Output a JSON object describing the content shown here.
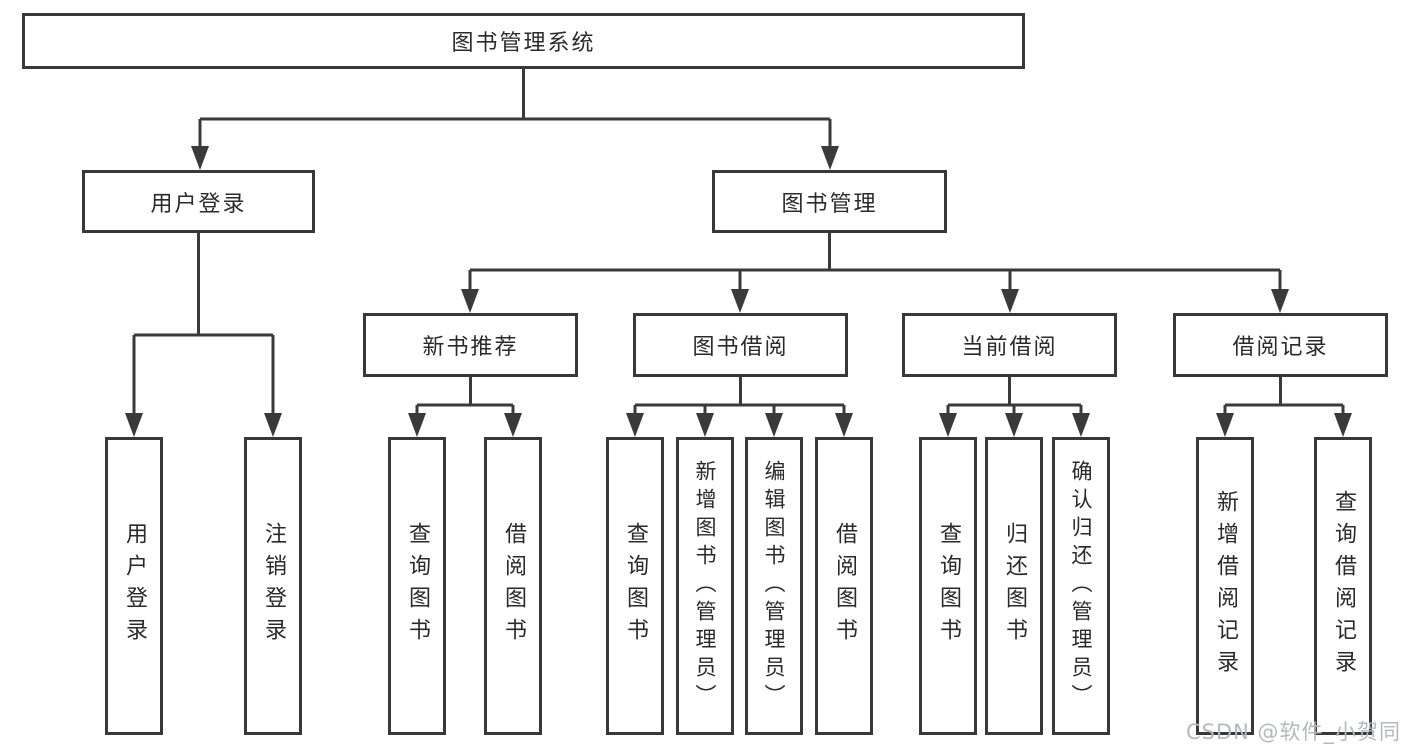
{
  "page": {
    "background": "#ffffff"
  },
  "colors": {
    "line": "#3a3a3a",
    "box_border": "#383838",
    "text": "#2a2a2a",
    "watermark_text": "#b5b8bc"
  },
  "tree": {
    "root": {
      "label": "图书管理系统"
    },
    "children": [
      {
        "label": "用户登录",
        "children": [
          {
            "label": "用户登录"
          },
          {
            "label": "注销登录"
          }
        ]
      },
      {
        "label": "图书管理",
        "children": [
          {
            "label": "新书推荐",
            "children": [
              {
                "label": "查询图书"
              },
              {
                "label": "借阅图书"
              }
            ]
          },
          {
            "label": "图书借阅",
            "children": [
              {
                "label": "查询图书"
              },
              {
                "label": "新增图书（管理员）"
              },
              {
                "label": "编辑图书（管理员）"
              },
              {
                "label": "借阅图书"
              }
            ]
          },
          {
            "label": "当前借阅",
            "children": [
              {
                "label": "查询图书"
              },
              {
                "label": "归还图书"
              },
              {
                "label": "确认归还（管理员）"
              }
            ]
          },
          {
            "label": "借阅记录",
            "children": [
              {
                "label": "新增借阅记录"
              },
              {
                "label": "查询借阅记录"
              }
            ]
          }
        ]
      }
    ]
  },
  "watermark": {
    "text": "CSDN @软件_小贺同学"
  }
}
